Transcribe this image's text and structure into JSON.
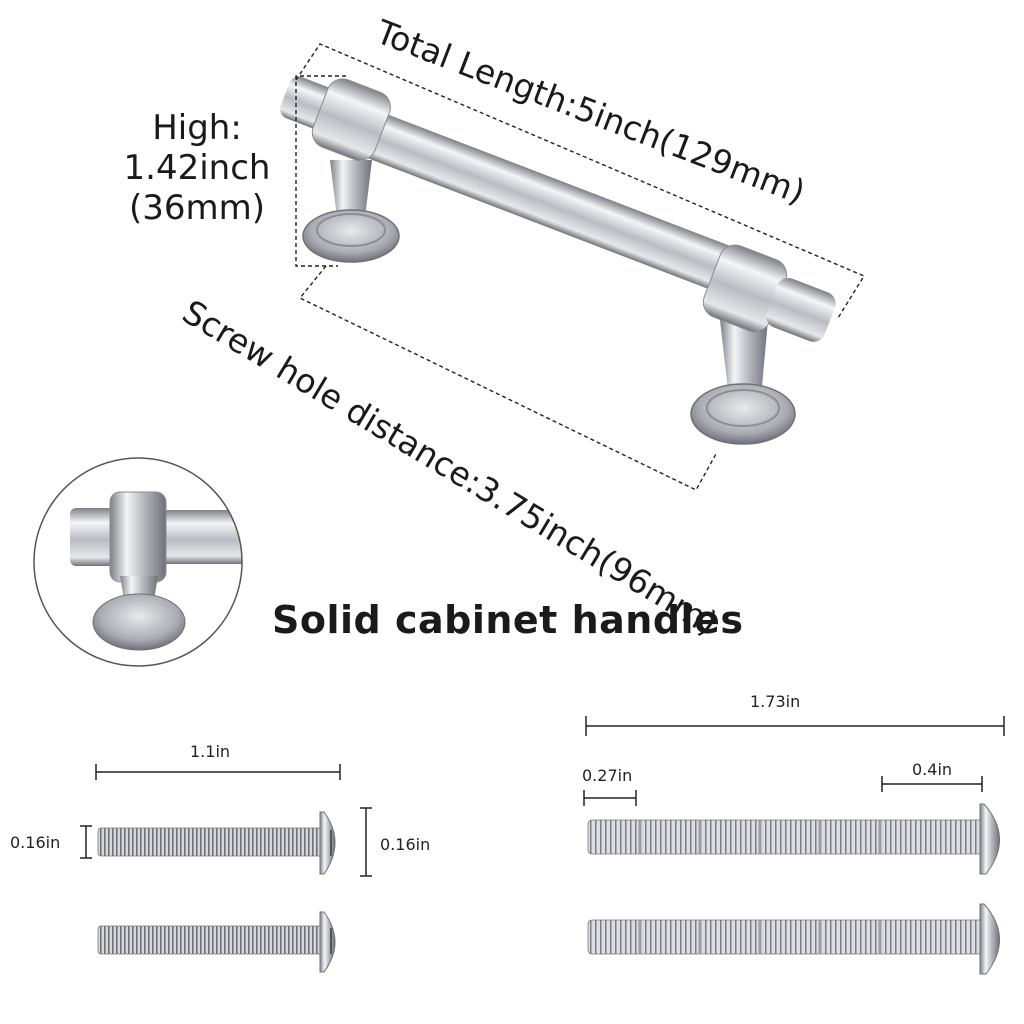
{
  "annotations": {
    "high_line1": "High:",
    "high_line2": "1.42inch",
    "high_line3": "(36mm)",
    "total_length": "Total Length:5inch(129mm)",
    "screw_hole": "Screw hole distance:3.75inch(96mm)"
  },
  "title": "Solid cabinet handles",
  "screws": {
    "short_length": "1.1in",
    "short_diameter_left": "0.16in",
    "short_diameter_right": "0.16in",
    "long_length": "1.73in",
    "long_segment": "0.27in",
    "long_head": "0.4in"
  },
  "colors": {
    "metal_light": "#f2f2f4",
    "metal_mid": "#b9bcc2",
    "metal_dark": "#6e7278",
    "line": "#222222"
  }
}
